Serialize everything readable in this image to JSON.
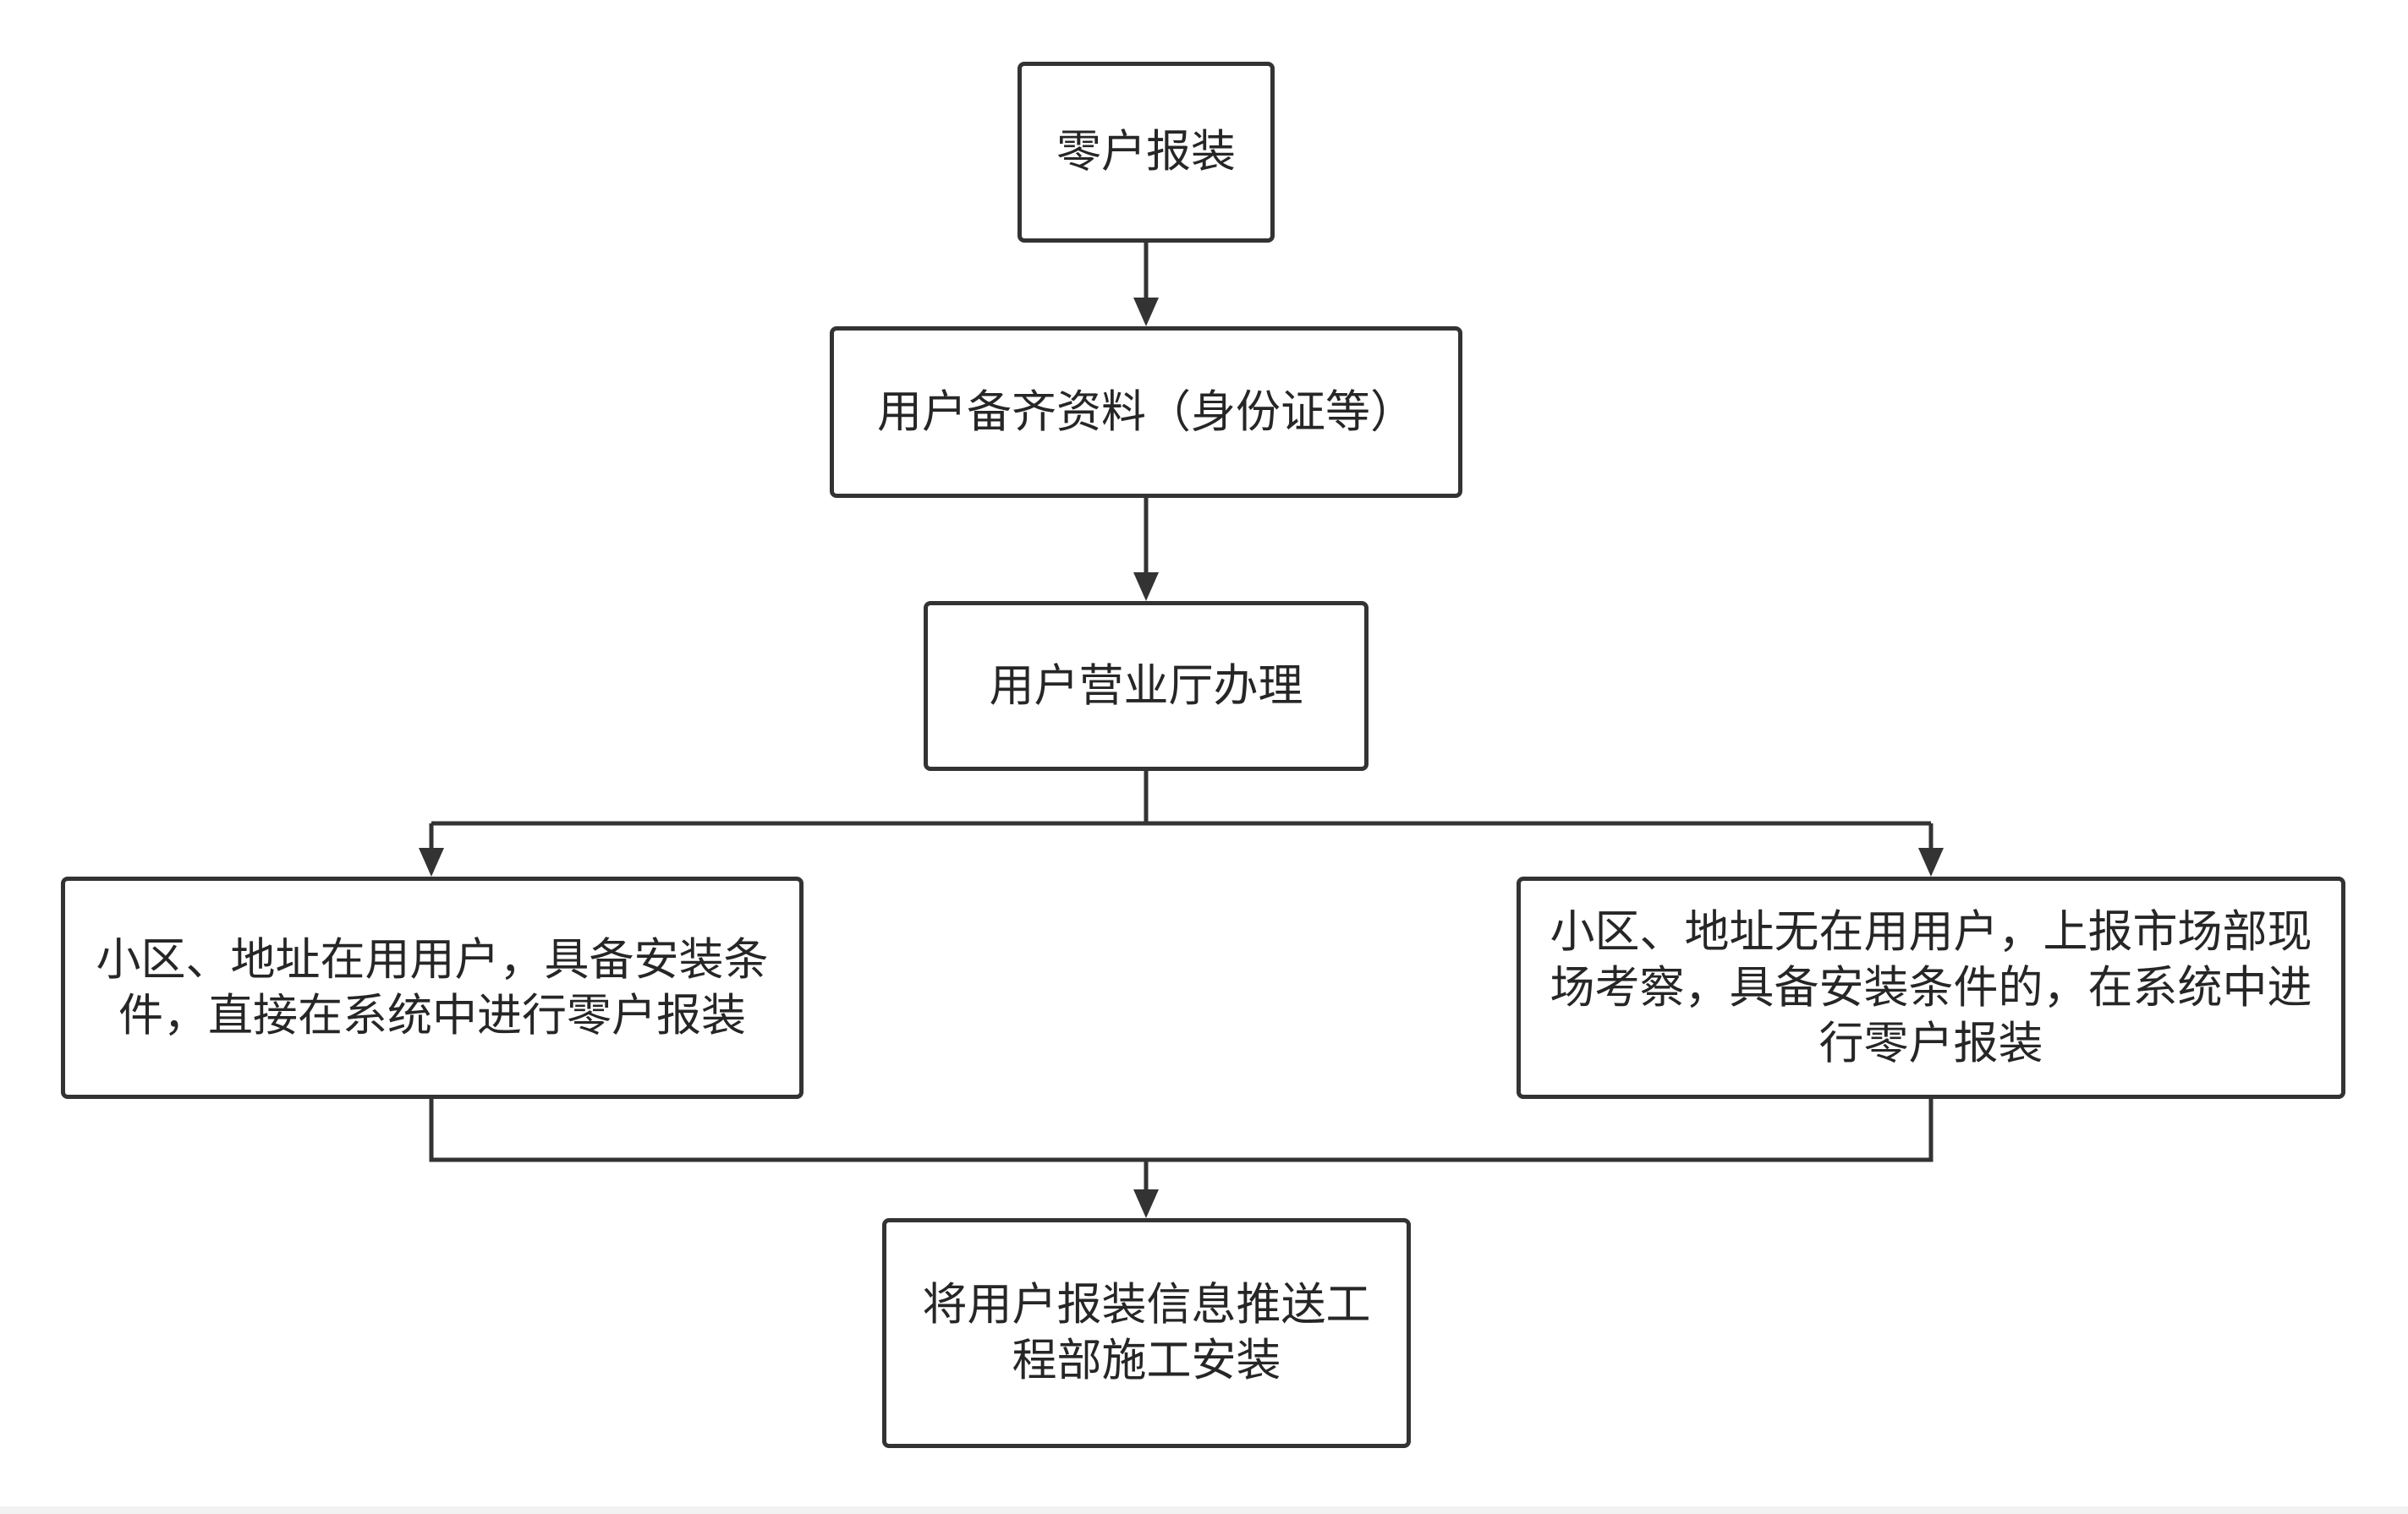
{
  "diagram": {
    "type": "flowchart",
    "line_color": "#333333",
    "box_fill": "#ffffff",
    "text_color": "#262626",
    "nodes": {
      "start": {
        "text": "零户报装"
      },
      "prepare_documents": {
        "text": "用户备齐资料（身份证等）"
      },
      "office_processing": {
        "text": "用户营业厅办理"
      },
      "existing_users_branch": {
        "text": "小区、地址在用用户，具备安装条件，直接在系统中进行零户报装"
      },
      "no_users_branch": {
        "text": "小区、地址无在用用户，上报市场部现场考察，具备安装条件的，在系统中进行零户报装"
      },
      "push_to_engineering": {
        "text": "将用户报装信息推送工程部施工安装"
      }
    },
    "edges": [
      {
        "from": "start",
        "to": "prepare_documents"
      },
      {
        "from": "prepare_documents",
        "to": "office_processing"
      },
      {
        "from": "office_processing",
        "to": "existing_users_branch"
      },
      {
        "from": "office_processing",
        "to": "no_users_branch"
      },
      {
        "from": "existing_users_branch",
        "to": "push_to_engineering"
      },
      {
        "from": "no_users_branch",
        "to": "push_to_engineering"
      }
    ]
  }
}
